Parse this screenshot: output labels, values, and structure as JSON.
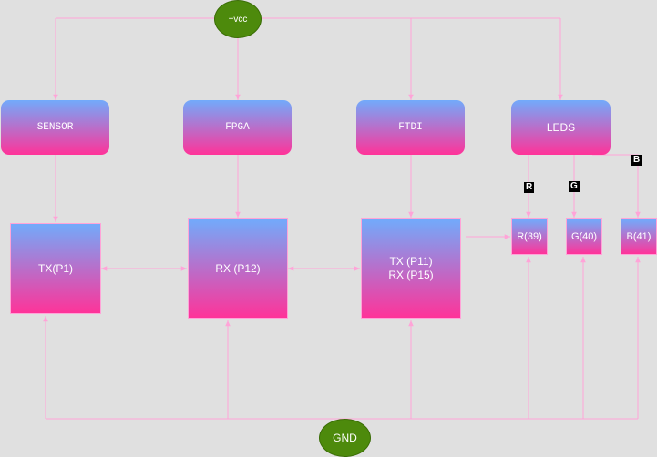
{
  "power": {
    "vcc_label": "+vcc",
    "gnd_label": "GND"
  },
  "blocks": {
    "sensor": "SENSOR",
    "fpga": "FPGA",
    "ftdi": "FTDI",
    "leds": "LEDS"
  },
  "pins": {
    "sensor_tx": "TX(P1)",
    "fpga_rx": "RX (P12)",
    "ftdi_tx": "TX (P11)",
    "ftdi_rx": "RX (P15)",
    "led_r": "R(39)",
    "led_g": "G(40)",
    "led_b": "B(41)"
  },
  "edge_labels": {
    "r": "R",
    "g": "G",
    "b": "B"
  },
  "colors": {
    "background": "#e0e0e0",
    "wire": "#ffa4d8",
    "gradient_top": "#72aafb",
    "gradient_bottom": "#ff3399",
    "power_node": "#4d8a0c"
  }
}
